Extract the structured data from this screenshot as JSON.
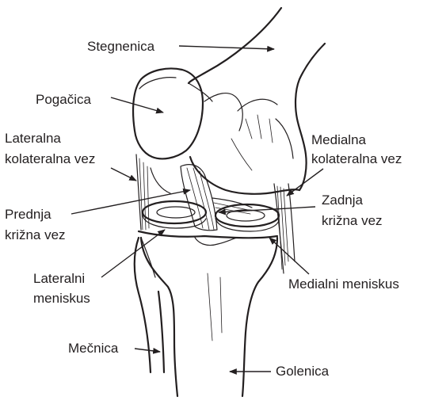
{
  "labels": {
    "femur": "Stegnenica",
    "patella": "Pogačica",
    "lcl_line1": "Lateralna",
    "lcl_line2": "kolateralna  vez",
    "mcl_line1": "Medialna",
    "mcl_line2": "kolateralna vez",
    "acl_line1": "Prednja",
    "acl_line2": "križna vez",
    "pcl_line1": "Zadnja",
    "pcl_line2": "križna vez",
    "lat_men_line1": "Lateralni",
    "lat_men_line2": "meniskus",
    "med_men": "Medialni meniskus",
    "fibula": "Mečnica",
    "tibia": "Golenica"
  },
  "colors": {
    "ink": "#231f20",
    "background": "#ffffff"
  }
}
